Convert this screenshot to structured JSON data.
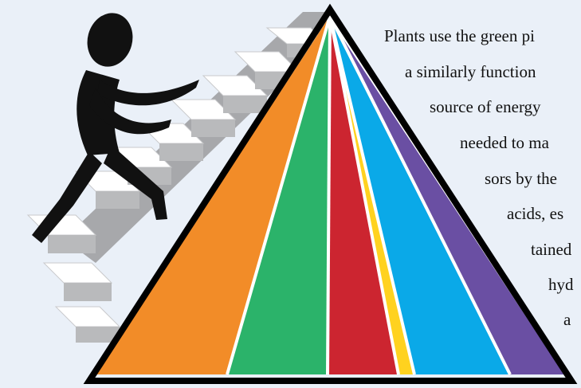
{
  "figure": {
    "background_color": "#eaf0f8",
    "figure_icon": "stick-figure-climbing-stairs-icon",
    "pyramid_outline_color": "#000000",
    "pyramid_bands": [
      {
        "name": "orange-band",
        "color": "#f28c28"
      },
      {
        "name": "green-band",
        "color": "#2bb36a"
      },
      {
        "name": "red-band",
        "color": "#cc2530"
      },
      {
        "name": "yellow-band",
        "color": "#ffd21f"
      },
      {
        "name": "blue-band",
        "color": "#0aa9e8"
      },
      {
        "name": "purple-band",
        "color": "#6a4fa3"
      }
    ]
  },
  "text": {
    "lines": [
      "Plants use the green pi",
      "a similarly function",
      "source of energy",
      "needed to ma",
      "sors by the",
      "acids, es",
      "tained",
      "hyd",
      "a"
    ]
  }
}
